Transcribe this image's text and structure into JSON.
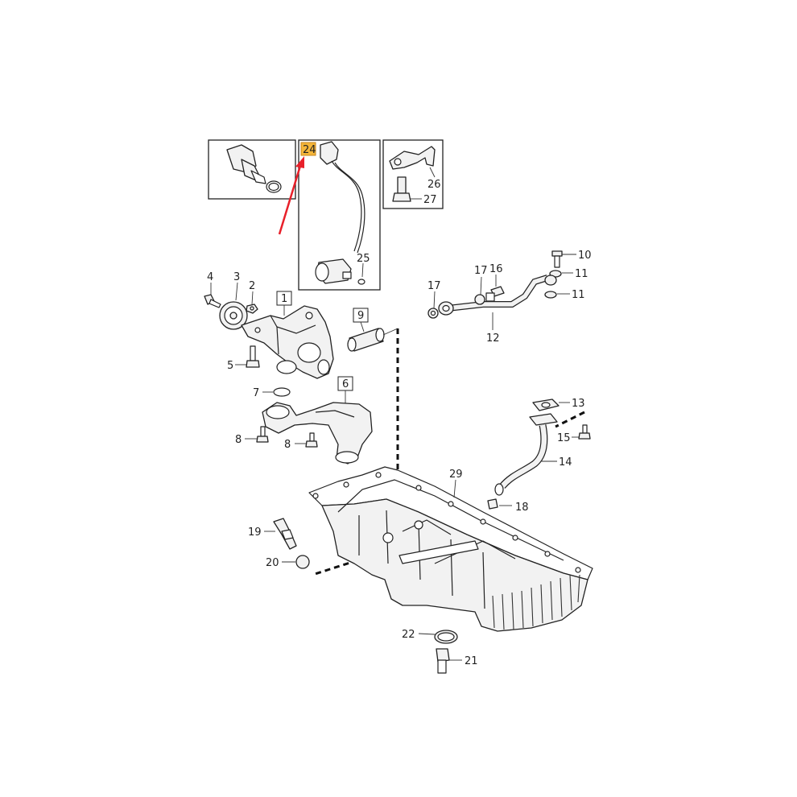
{
  "diagram": {
    "highlight_color": "#f5b63a",
    "arrow_color": "#e8202a",
    "callouts": {
      "c1": "1",
      "c2": "2",
      "c3": "3",
      "c4": "4",
      "c5": "5",
      "c6": "6",
      "c7": "7",
      "c8a": "8",
      "c8b": "8",
      "c9": "9",
      "c10": "10",
      "c11a": "11",
      "c11b": "11",
      "c12": "12",
      "c13": "13",
      "c14": "14",
      "c15": "15",
      "c16": "16",
      "c17a": "17",
      "c17b": "17",
      "c18": "18",
      "c19": "19",
      "c20": "20",
      "c21": "21",
      "c22": "22",
      "c24": "24",
      "c25": "25",
      "c26": "26",
      "c27": "27",
      "c29": "29"
    }
  }
}
